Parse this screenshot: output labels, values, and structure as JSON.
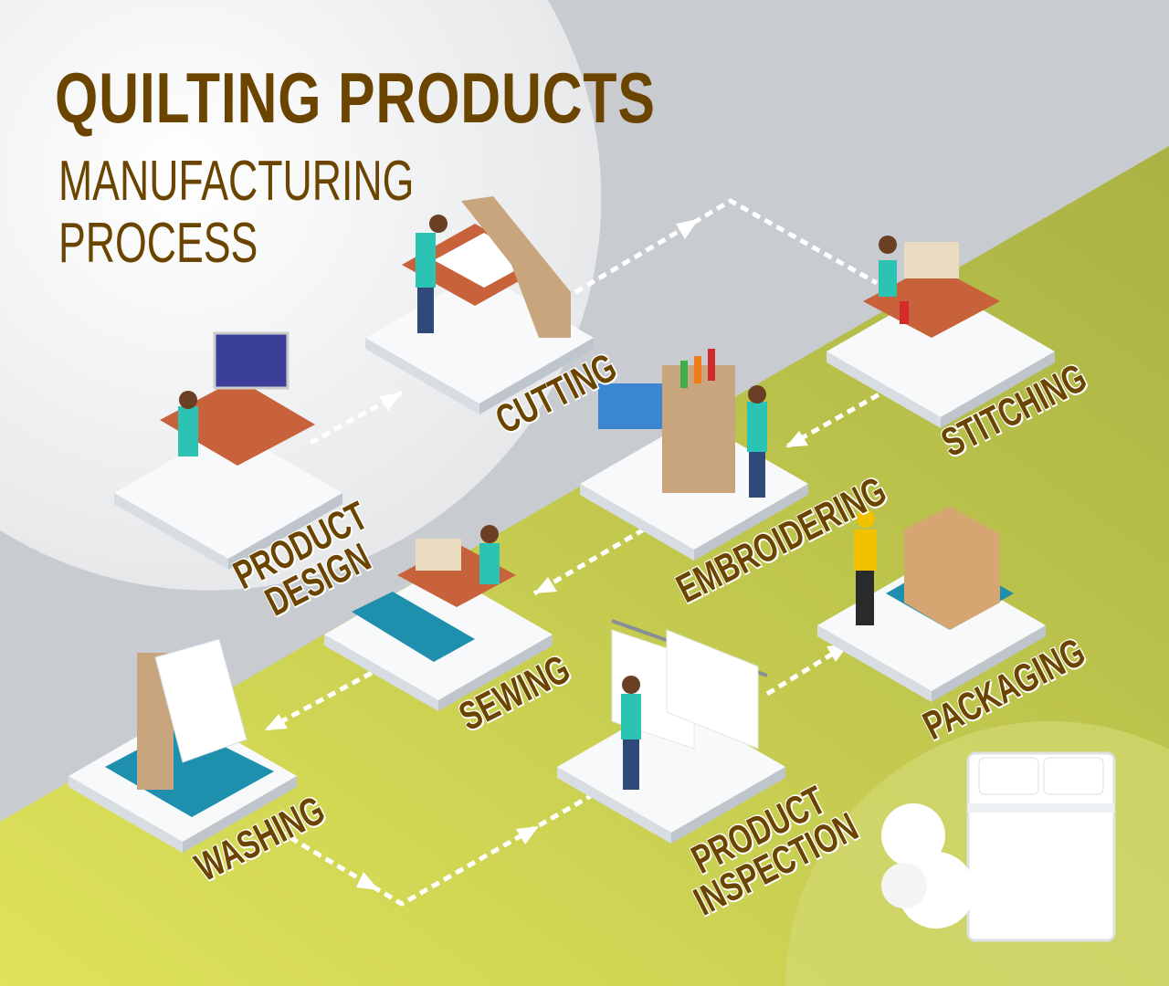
{
  "header": {
    "title": "QUILTING PRODUCTS",
    "subtitle_line1": "MANUFACTURING",
    "subtitle_line2": "PROCESS"
  },
  "steps": [
    {
      "label_line1": "PRODUCT",
      "label_line2": "DESIGN"
    },
    {
      "label_line1": "CUTTING"
    },
    {
      "label_line1": "STITCHING"
    },
    {
      "label_line1": "EMBROIDERING"
    },
    {
      "label_line1": "SEWING"
    },
    {
      "label_line1": "WASHING"
    },
    {
      "label_line1": "PRODUCT",
      "label_line2": "INSPECTION"
    },
    {
      "label_line1": "PACKAGING"
    }
  ],
  "colors": {
    "title": "#6b4500",
    "green": "#c2c94e",
    "gray": "#c8cbd0",
    "platform": "#f4f6f8",
    "teal": "#2bc4b4"
  }
}
